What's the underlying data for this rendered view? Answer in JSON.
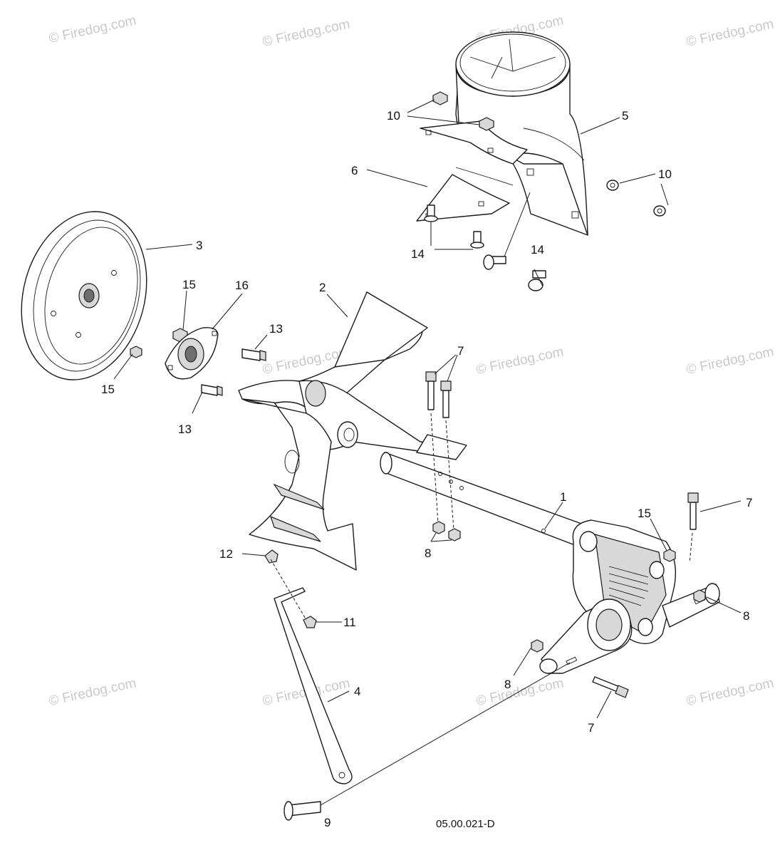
{
  "figure_code": "05.00.021-D",
  "watermark_text": "© Firedog.com",
  "callouts": [
    "1",
    "2",
    "3",
    "4",
    "5",
    "6",
    "7",
    "8",
    "9",
    "10",
    "11",
    "12",
    "13",
    "14",
    "15",
    "16"
  ],
  "colors": {
    "line": "#1a1a1a",
    "watermark": "#c9c9c9",
    "background": "#ffffff"
  }
}
